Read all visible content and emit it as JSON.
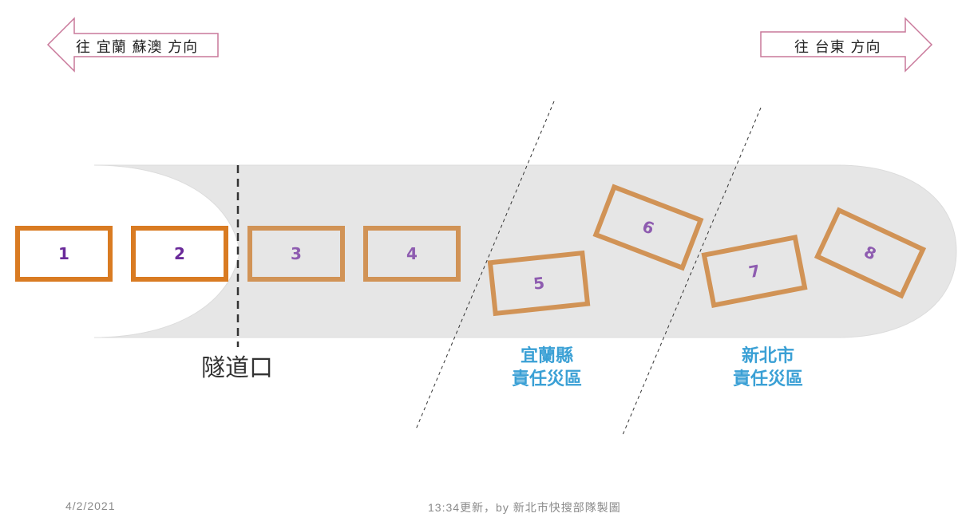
{
  "direction_arrows": {
    "left": {
      "label": "往 宜蘭 蘇澳 方向",
      "direction": "left",
      "outline_color": "#c9789a"
    },
    "right": {
      "label": "往 台東 方向",
      "direction": "right",
      "outline_color": "#c9789a"
    }
  },
  "road": {
    "fill_color": "#e6e6e6"
  },
  "tunnel": {
    "label": "隧道口"
  },
  "zones": [
    {
      "name": "宜蘭縣",
      "sub": "責任災區",
      "color": "#3aa0d5"
    },
    {
      "name": "新北市",
      "sub": "責任災區",
      "color": "#3aa0d5"
    }
  ],
  "cars": [
    {
      "number": "1",
      "outline": "#d97b22",
      "text_color": "#6a2a9a",
      "rotation": 0
    },
    {
      "number": "2",
      "outline": "#d97b22",
      "text_color": "#6a2a9a",
      "rotation": 0
    },
    {
      "number": "3",
      "outline": "#d19356",
      "text_color": "#8e5cb0",
      "rotation": 0
    },
    {
      "number": "4",
      "outline": "#d19356",
      "text_color": "#8e5cb0",
      "rotation": 0
    },
    {
      "number": "5",
      "outline": "#d19356",
      "text_color": "#8e5cb0",
      "rotation": -5
    },
    {
      "number": "6",
      "outline": "#d19356",
      "text_color": "#8e5cb0",
      "rotation": 20
    },
    {
      "number": "7",
      "outline": "#d19356",
      "text_color": "#8e5cb0",
      "rotation": -10
    },
    {
      "number": "8",
      "outline": "#d19356",
      "text_color": "#8e5cb0",
      "rotation": 25
    }
  ],
  "footer": {
    "date": "4/2/2021",
    "credit": "13:34更新，by 新北市快搜部隊製圖"
  }
}
